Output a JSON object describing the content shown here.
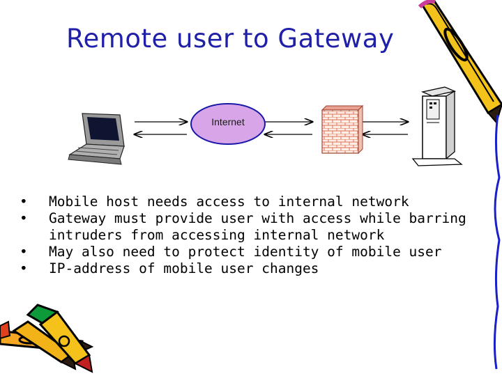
{
  "slide": {
    "title": "Remote user to Gateway",
    "diagram": {
      "internet_label": "Internet",
      "nodes": [
        "laptop-icon",
        "internet-cloud",
        "firewall-icon",
        "gateway-server-icon"
      ]
    },
    "bullets": [
      "Mobile host needs access to internal network",
      "Gateway must provide user with access while barring intruders from accessing internal network",
      "May also need to protect identity of mobile user",
      "IP-address of mobile user changes"
    ],
    "bullet_marker": "•",
    "decorations": [
      "pencil-clipart-icon",
      "crayons-clipart-icon"
    ]
  }
}
